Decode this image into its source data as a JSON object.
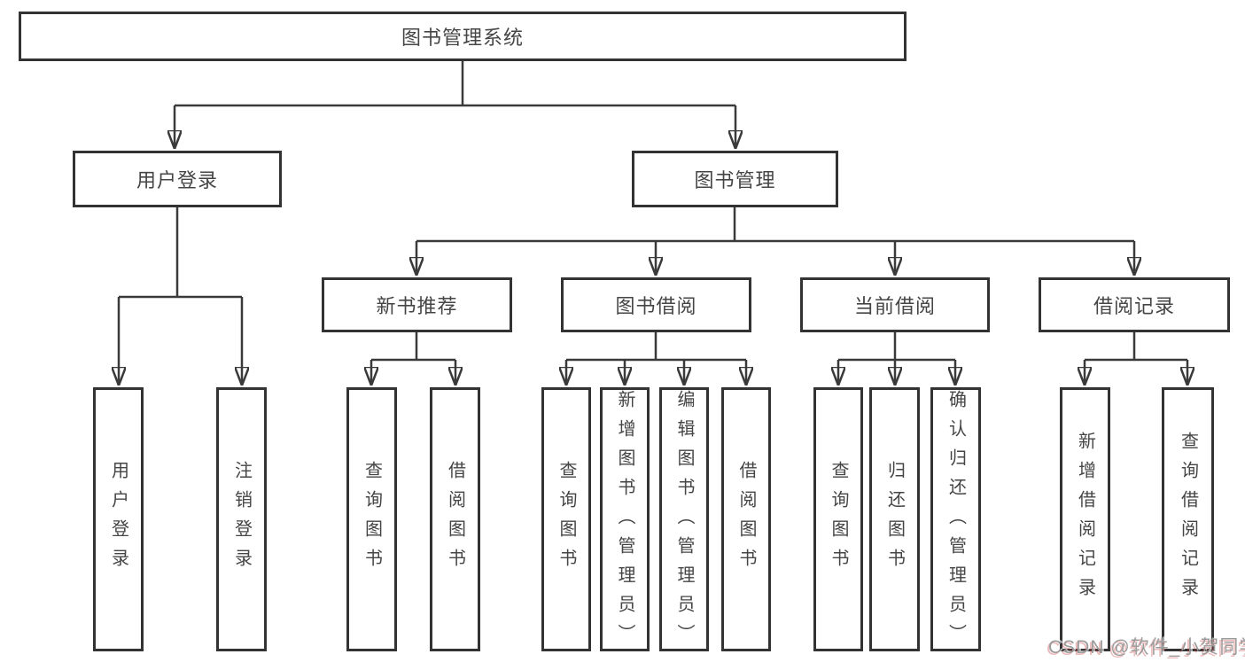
{
  "colors": {
    "line": "#3a3a3a",
    "box_border": "#333333",
    "text": "#454545",
    "watermark": "#9b9b9b"
  },
  "tree": {
    "root": {
      "label": "图书管理系统"
    },
    "branches": [
      {
        "label": "用户登录",
        "leaves": [
          {
            "label": "用户登录"
          },
          {
            "label": "注销登录"
          }
        ]
      },
      {
        "label": "图书管理",
        "groups": [
          {
            "label": "新书推荐",
            "leaves": [
              {
                "label": "查询图书"
              },
              {
                "label": "借阅图书"
              }
            ]
          },
          {
            "label": "图书借阅",
            "leaves": [
              {
                "label": "查询图书"
              },
              {
                "label": "新增图书（管理员）"
              },
              {
                "label": "编辑图书（管理员）"
              },
              {
                "label": "借阅图书"
              }
            ]
          },
          {
            "label": "当前借阅",
            "leaves": [
              {
                "label": "查询图书"
              },
              {
                "label": "归还图书"
              },
              {
                "label": "确认归还（管理员）"
              }
            ]
          },
          {
            "label": "借阅记录",
            "leaves": [
              {
                "label": "新增借阅记录"
              },
              {
                "label": "查询借阅记录"
              }
            ]
          }
        ]
      }
    ]
  },
  "watermark": {
    "text": "CSDN @软件_小贺同学"
  }
}
